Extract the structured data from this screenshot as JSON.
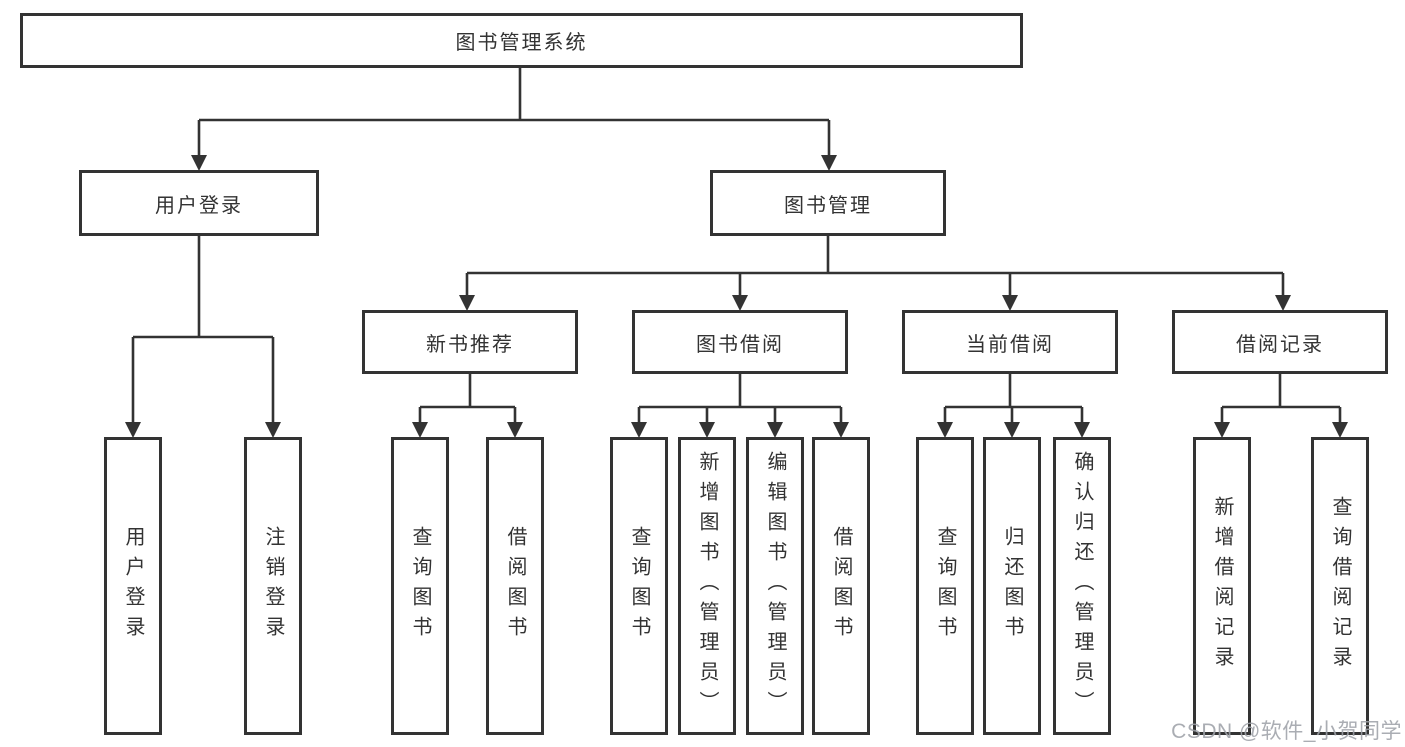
{
  "tree": {
    "root": {
      "label": "图书管理系统"
    },
    "branches": [
      {
        "label": "用户登录",
        "leaves": [
          {
            "label": "用户登录"
          },
          {
            "label": "注销登录"
          }
        ]
      },
      {
        "label": "图书管理",
        "groups": [
          {
            "label": "新书推荐",
            "leaves": [
              {
                "label": "查询图书"
              },
              {
                "label": "借阅图书"
              }
            ]
          },
          {
            "label": "图书借阅",
            "leaves": [
              {
                "label": "查询图书"
              },
              {
                "label": "新增图书（管理员）"
              },
              {
                "label": "编辑图书（管理员）"
              },
              {
                "label": "借阅图书"
              }
            ]
          },
          {
            "label": "当前借阅",
            "leaves": [
              {
                "label": "查询图书"
              },
              {
                "label": "归还图书"
              },
              {
                "label": "确认归还（管理员）"
              }
            ]
          },
          {
            "label": "借阅记录",
            "leaves": [
              {
                "label": "新增借阅记录"
              },
              {
                "label": "查询借阅记录"
              }
            ]
          }
        ]
      }
    ]
  },
  "watermark": {
    "text": "CSDN @软件_小贺同学"
  },
  "colors": {
    "line": "#333333",
    "box_border": "#333333",
    "text": "#333333",
    "watermark": "#9ea2a8",
    "background": "#ffffff"
  }
}
